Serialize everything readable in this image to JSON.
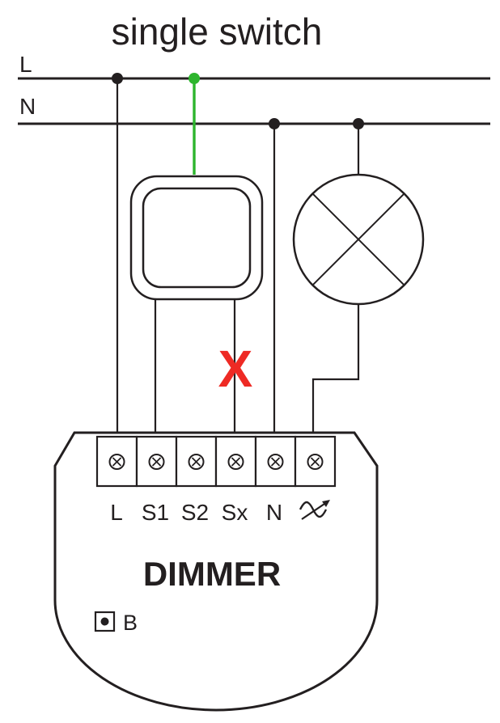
{
  "title": "single switch",
  "bus_labels": {
    "live": "L",
    "neutral": "N"
  },
  "colors": {
    "line": "#231f20",
    "live_wire": "#2db52d",
    "disconnect_mark": "#ee2a24",
    "background": "#ffffff"
  },
  "disconnect_mark": "X",
  "dimmer": {
    "name": "DIMMER",
    "terminals": [
      {
        "id": "L",
        "label": "L"
      },
      {
        "id": "S1",
        "label": "S1"
      },
      {
        "id": "S2",
        "label": "S2"
      },
      {
        "id": "Sx",
        "label": "Sx"
      },
      {
        "id": "N",
        "label": "N"
      },
      {
        "id": "OUT",
        "label": "",
        "icon": "dimmer-output-icon"
      }
    ],
    "button_label": "B",
    "button_icon": "button-b-icon"
  },
  "components": {
    "switch_icon": "wall-switch-icon",
    "lamp_icon": "lamp-icon",
    "terminal_icon": "screw-terminal-icon"
  }
}
